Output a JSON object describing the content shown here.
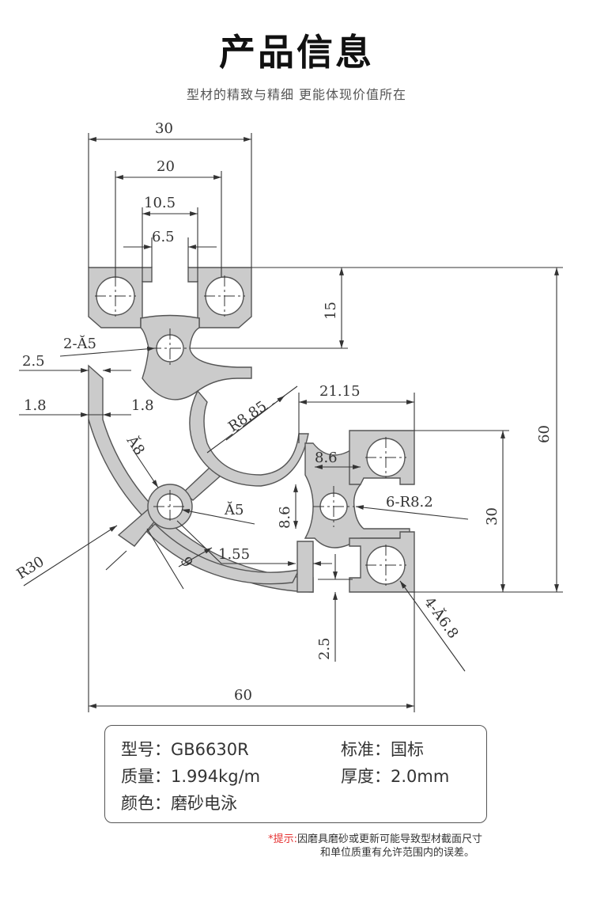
{
  "header": {
    "title": "产品信息",
    "subtitle": "型材的精致与精细 更能体现价值所在"
  },
  "drawing": {
    "dimensions": {
      "top_30": "30",
      "top_20": "20",
      "top_10_5": "10.5",
      "top_6_5": "6.5",
      "right_15": "15",
      "right_60": "60",
      "right_30": "30",
      "left_2_5": "2.5",
      "left_1_8": "1.8",
      "inner_1_8": "1.8",
      "hole_2_a5": "2-Ă5",
      "r8_85": "R8.85",
      "w21_15": "21.15",
      "w8_6": "8.6",
      "h8_6": "8.6",
      "r6_8_2": "6-R8.2",
      "center_a8": "Ă8",
      "center_a5": "Ă5",
      "r30": "R30",
      "d9": "9",
      "d1_55": "1.55",
      "bottom_2_5": "2.5",
      "holes_4_a6_8": "4-Ă6.8",
      "bottom_60": "60"
    }
  },
  "specs": {
    "model_label": "型号：",
    "model_value": "GB6630R",
    "standard_label": "标准：",
    "standard_value": "国标",
    "weight_label": "质量：",
    "weight_value": "1.994kg/m",
    "thickness_label": "厚度：",
    "thickness_value": "2.0mm",
    "color_label": "颜色：",
    "color_value": "磨砂电泳"
  },
  "note": {
    "prefix": "*提示:",
    "line1": "因磨具磨砂或更新可能导致型材截面尺寸",
    "line2": "和单位质重有允许范围内的误差。"
  }
}
